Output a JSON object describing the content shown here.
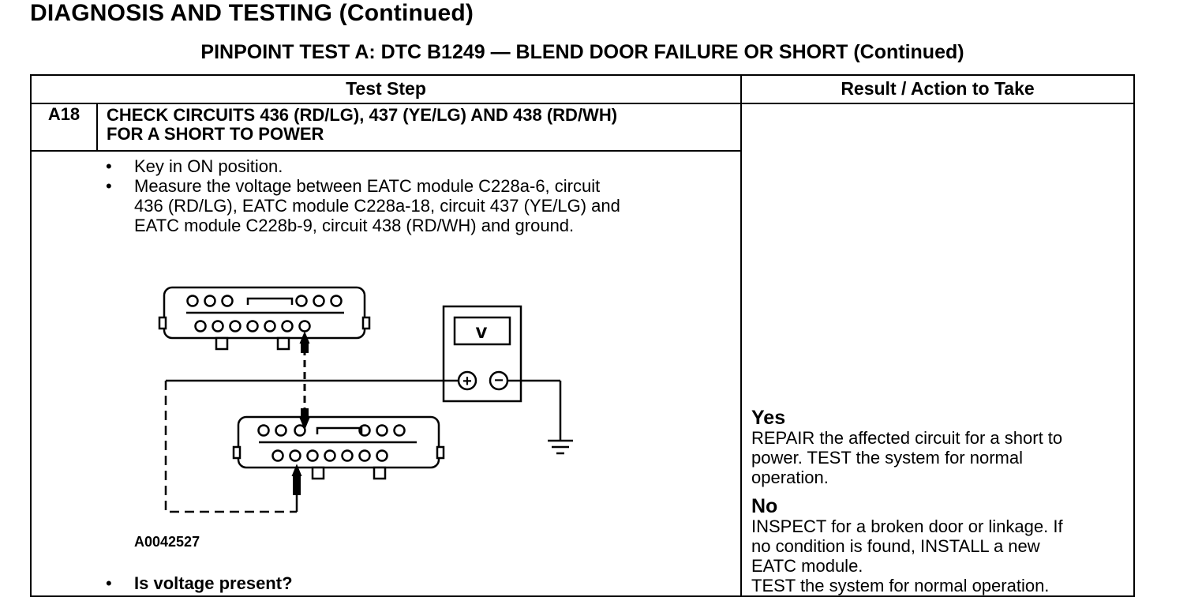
{
  "page": {
    "heading": "DIAGNOSIS AND TESTING (Continued)",
    "test_title": "PINPOINT TEST A: DTC B1249 — BLEND DOOR FAILURE OR SHORT (Continued)"
  },
  "table": {
    "col_test_step": "Test Step",
    "col_result": "Result / Action to Take",
    "step": {
      "id": "A18",
      "title_line1": "CHECK CIRCUITS 436 (RD/LG), 437 (YE/LG) AND 438 (RD/WH)",
      "title_line2": "FOR A SHORT TO POWER",
      "bullets": [
        {
          "lines": [
            "Key in ON position."
          ]
        },
        {
          "lines": [
            "Measure the voltage between EATC module C228a-6, circuit",
            "436 (RD/LG), EATC module C228a-18, circuit 437 (YE/LG) and",
            "EATC module C228b-9, circuit 438 (RD/WH) and ground."
          ]
        }
      ],
      "figure_id": "A0042527",
      "question": "Is voltage present?",
      "meter_symbol": "v",
      "meter_plus": "+",
      "meter_minus": "−"
    },
    "results": {
      "yes_label": "Yes",
      "yes_lines": [
        "REPAIR the affected circuit for a short to",
        "power. TEST the system for normal",
        "operation."
      ],
      "no_label": "No",
      "no_lines": [
        "INSPECT for a broken door or linkage. If",
        "no condition is found, INSTALL a new",
        "EATC module.",
        "TEST the system for normal operation."
      ]
    },
    "bullet_symbol": "•"
  }
}
